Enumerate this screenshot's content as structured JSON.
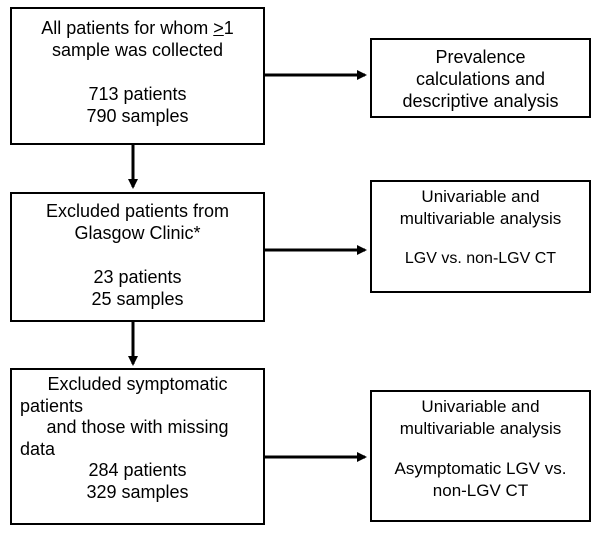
{
  "boxes": {
    "all_patients": {
      "line1_pre": "All patients for whom ",
      "line1_underlined": ">",
      "line1_post": "1",
      "line2": "sample was collected",
      "patients": "713 patients",
      "samples": "790 samples"
    },
    "prevalence": {
      "line1": "Prevalence",
      "line2": "calculations and",
      "line3": "descriptive analysis"
    },
    "excluded_glasgow": {
      "line1": "Excluded patients from",
      "line2": "Glasgow Clinic*",
      "patients": "23 patients",
      "samples": "25 samples"
    },
    "univariable_1": {
      "line1": "Univariable and",
      "line2": "multivariable analysis",
      "line3": "LGV vs. non-LGV CT"
    },
    "excluded_symptomatic": {
      "line1": "Excluded symptomatic",
      "line2": "patients",
      "line3": "and those with missing",
      "line4": "data",
      "patients": "284 patients",
      "samples": "329 samples"
    },
    "univariable_2": {
      "line1": "Univariable and",
      "line2": "multivariable analysis",
      "line3": "Asymptomatic LGV vs.",
      "line4": "non-LGV CT"
    }
  },
  "colors": {
    "stroke": "#000000",
    "background": "#ffffff"
  }
}
